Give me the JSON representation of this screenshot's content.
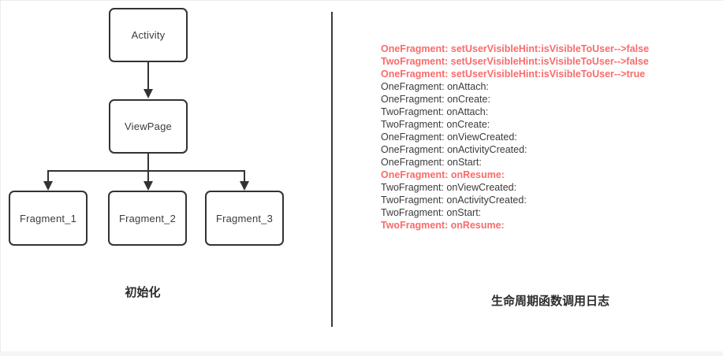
{
  "diagram": {
    "nodes": {
      "activity": {
        "label": "Activity"
      },
      "viewpage": {
        "label": "ViewPage"
      },
      "fragment1": {
        "label": "Fragment_1"
      },
      "fragment2": {
        "label": "Fragment_2"
      },
      "fragment3": {
        "label": "Fragment_3"
      }
    },
    "caption": "初始化"
  },
  "log": {
    "caption": "生命周期函数调用日志",
    "lines": [
      {
        "text": "OneFragment: setUserVisibleHint:isVisibleToUser-->false",
        "variant": "highlight"
      },
      {
        "text": "TwoFragment: setUserVisibleHint:isVisibleToUser-->false",
        "variant": "highlight"
      },
      {
        "text": "OneFragment: setUserVisibleHint:isVisibleToUser-->true",
        "variant": "highlight"
      },
      {
        "text": "OneFragment: onAttach:",
        "variant": "normal"
      },
      {
        "text": "OneFragment: onCreate:",
        "variant": "normal"
      },
      {
        "text": "TwoFragment: onAttach:",
        "variant": "normal"
      },
      {
        "text": "TwoFragment: onCreate:",
        "variant": "normal"
      },
      {
        "text": "OneFragment: onViewCreated:",
        "variant": "normal"
      },
      {
        "text": "OneFragment: onActivityCreated:",
        "variant": "normal"
      },
      {
        "text": "OneFragment: onStart:",
        "variant": "normal"
      },
      {
        "text": "OneFragment: onResume:",
        "variant": "highlight"
      },
      {
        "text": "TwoFragment: onViewCreated:",
        "variant": "normal"
      },
      {
        "text": "TwoFragment: onActivityCreated:",
        "variant": "normal"
      },
      {
        "text": "TwoFragment: onStart:",
        "variant": "normal"
      },
      {
        "text": "TwoFragment: onResume:",
        "variant": "highlight"
      }
    ]
  },
  "colors": {
    "highlight": "#f96b6b",
    "log_text": "#3b3b3b",
    "diagram_line": "#333333"
  }
}
